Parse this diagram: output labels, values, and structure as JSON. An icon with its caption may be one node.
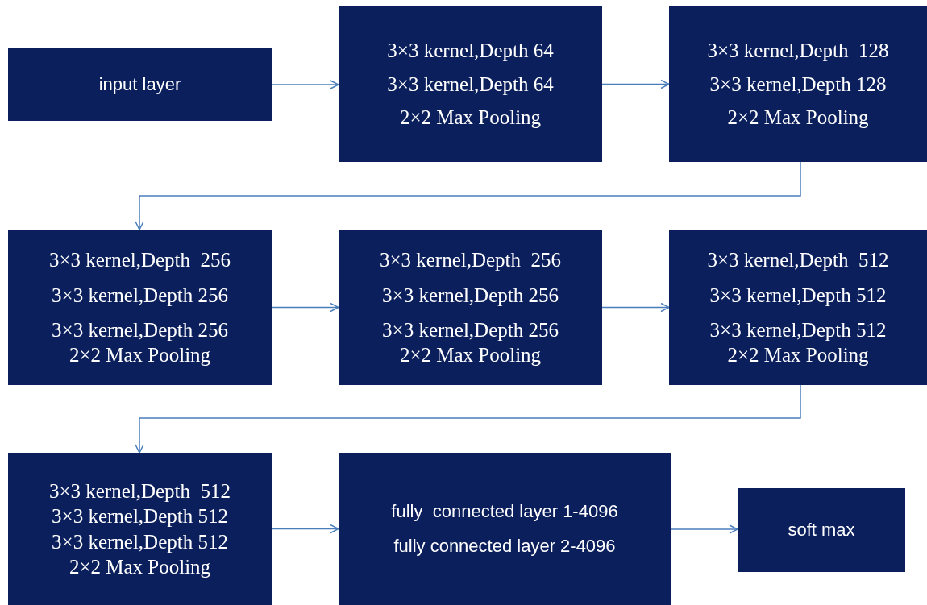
{
  "diagram": {
    "nodes": [
      {
        "text": [
          "input layer"
        ]
      },
      {
        "text": [
          "3×3 kernel,Depth 64",
          "3×3 kernel,Depth 64",
          "2×2 Max Pooling"
        ]
      },
      {
        "text": [
          "3×3 kernel,Depth  128",
          "3×3 kernel,Depth 128",
          "2×2 Max Pooling"
        ]
      },
      {
        "text": [
          "3×3 kernel,Depth  256",
          "3×3 kernel,Depth 256",
          "3×3 kernel,Depth 256",
          "2×2 Max Pooling"
        ]
      },
      {
        "text": [
          "3×3 kernel,Depth  256",
          "3×3 kernel,Depth 256",
          "3×3 kernel,Depth 256",
          "2×2 Max Pooling"
        ]
      },
      {
        "text": [
          "3×3 kernel,Depth  512",
          "3×3 kernel,Depth 512",
          "3×3 kernel,Depth 512",
          "2×2 Max Pooling"
        ]
      },
      {
        "text": [
          "3×3 kernel,Depth  512",
          "3×3 kernel,Depth 512",
          "3×3 kernel,Depth 512",
          "2×2 Max Pooling"
        ]
      },
      {
        "text": [
          "fully  connected layer 1-4096",
          "fully connected layer 2-4096"
        ]
      },
      {
        "text": [
          "soft max"
        ]
      }
    ],
    "edges": [
      {
        "from": 0,
        "to": 1,
        "arrow": "to"
      },
      {
        "from": 1,
        "to": 2,
        "arrow": "to"
      },
      {
        "from": 2,
        "to": 3,
        "arrow": "to"
      },
      {
        "from": 3,
        "to": 4,
        "arrow": "to"
      },
      {
        "from": 4,
        "to": 5,
        "arrow": "to"
      },
      {
        "from": 5,
        "to": 6,
        "arrow": "to"
      },
      {
        "from": 6,
        "to": 7,
        "arrow": "to"
      },
      {
        "from": 7,
        "to": 8,
        "arrow": "to"
      }
    ]
  }
}
